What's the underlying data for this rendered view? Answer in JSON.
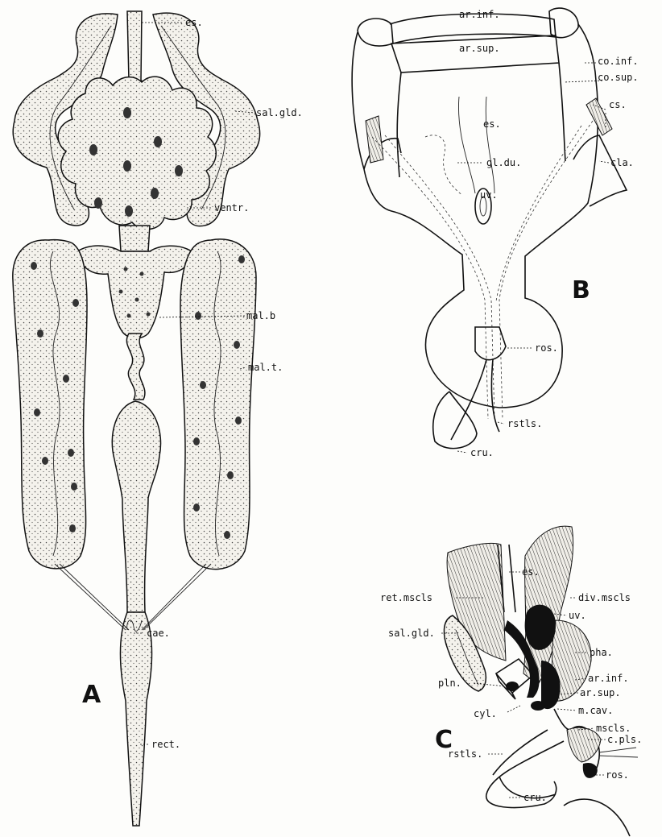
{
  "panels": {
    "a": "A",
    "b": "B",
    "c": "C"
  },
  "labels": {
    "a": {
      "es": "es.",
      "sal_gld": "sal.gld.",
      "ventr": "ventr.",
      "mal_b": "mal.b",
      "mal_t": "mal.t.",
      "cae": "cae.",
      "rect": "rect."
    },
    "b": {
      "ar_inf": "ar.inf.",
      "ar_sup": "ar.sup.",
      "co_inf": "co.inf.",
      "co_sup": "co.sup.",
      "cs": "cs.",
      "es": "es.",
      "cla": "cla.",
      "gl_du": "gl.du.",
      "uv": "uv.",
      "ros": "ros.",
      "rstls": "rstls.",
      "cru": "cru."
    },
    "c": {
      "es": "es.",
      "ret_mscls": "ret.mscls",
      "div_mscls": "div.mscls",
      "uv": "uv.",
      "sal_gld": "sal.gld.",
      "pha": "pha.",
      "ar_inf": "ar.inf.",
      "pln": "pln.",
      "ar_sup": "ar.sup.",
      "cyl": "cyl.",
      "m_cav": "m.cav.",
      "mscls": "mscls.",
      "c_pls": "c.pls.",
      "rstls": "rstls.",
      "ros": "ros.",
      "cru": "cru."
    }
  }
}
